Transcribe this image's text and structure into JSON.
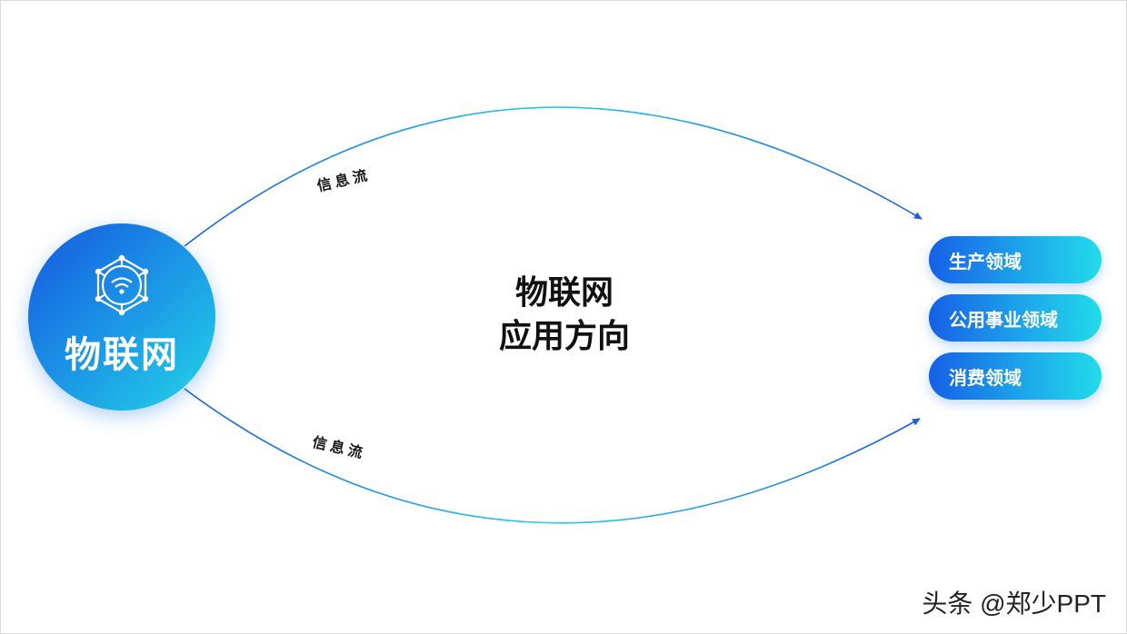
{
  "hub": {
    "label": "物联网",
    "icon": "iot-network-wifi-icon"
  },
  "center": {
    "title_line1": "物联网",
    "title_line2": "应用方向"
  },
  "flows": {
    "top_label": "信息流",
    "bottom_label": "信息流"
  },
  "domains": [
    {
      "label": "生产领域"
    },
    {
      "label": "公用事业领域"
    },
    {
      "label": "消费领域"
    }
  ],
  "watermark": "头条 @郑少PPT",
  "colors": {
    "gradient_start": "#1558e0",
    "gradient_end": "#23d6e8",
    "text_dark": "#111111"
  }
}
